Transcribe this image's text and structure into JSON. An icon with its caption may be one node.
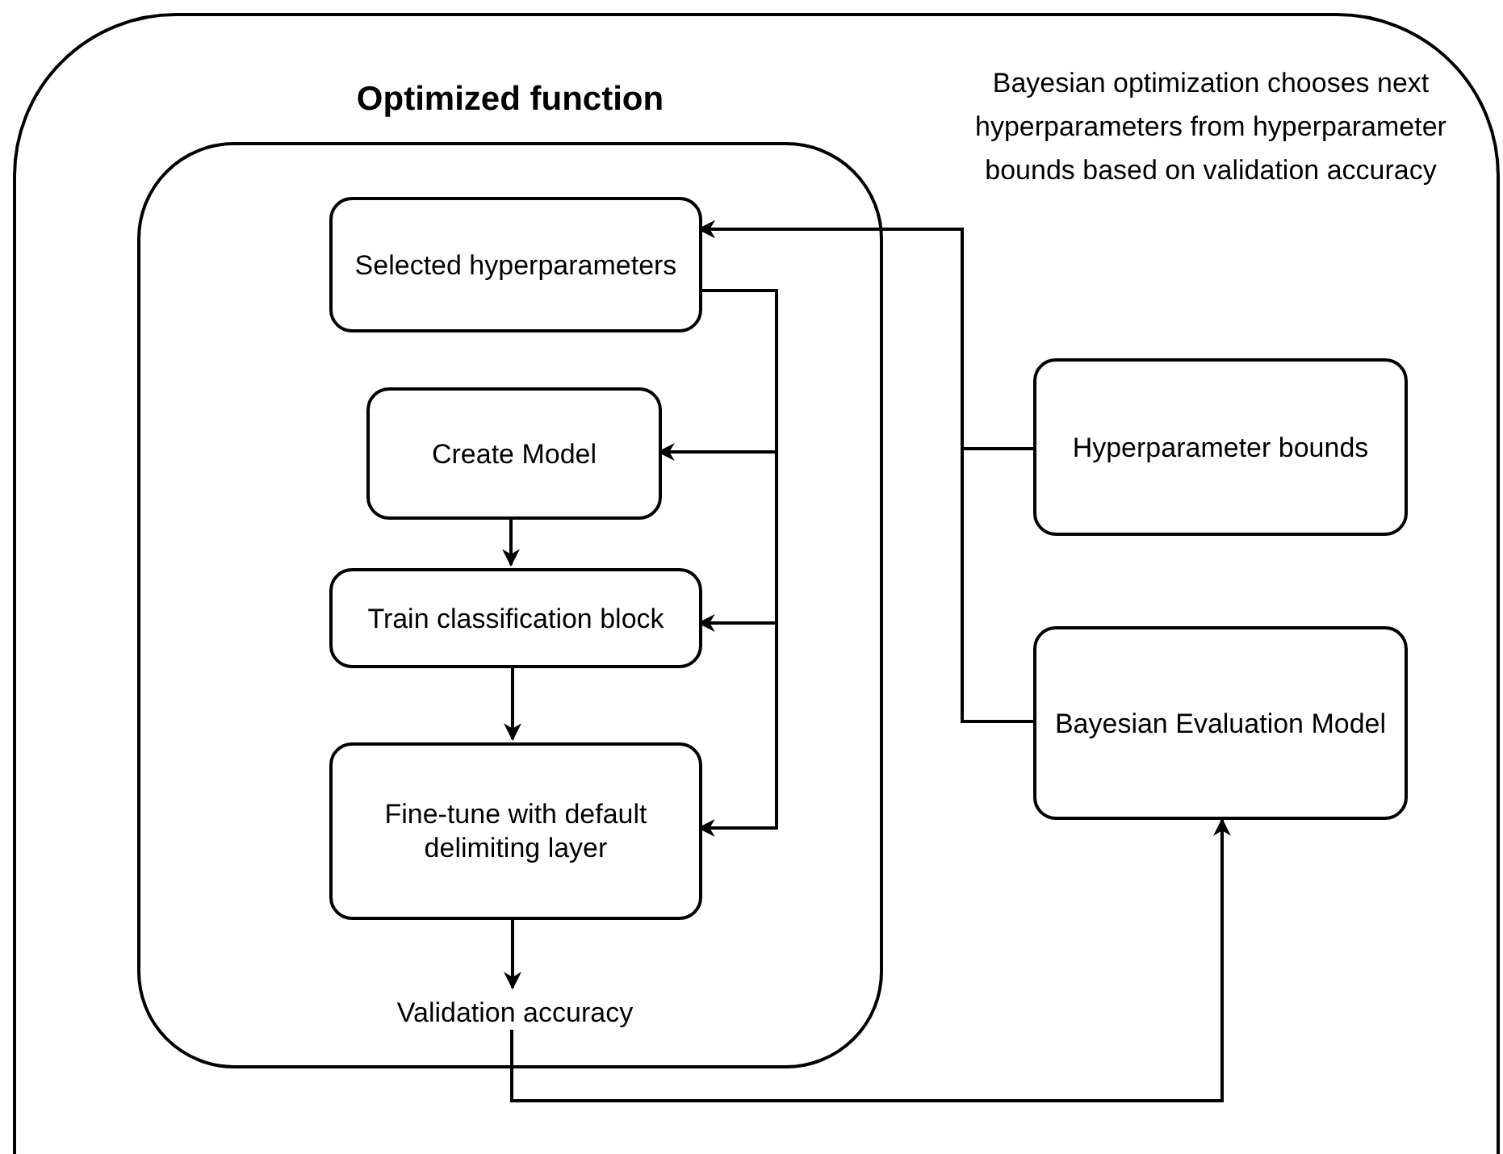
{
  "diagram": {
    "nodes": [
      {
        "text": [],
        "shape": "box"
      },
      {
        "text": [
          "Optimized function"
        ],
        "in": 0
      },
      {
        "text": [
          "Selected hyperparameters"
        ],
        "in": 1
      },
      {
        "text": [
          "Create Model"
        ],
        "in": 1
      },
      {
        "text": [
          "Train classification block"
        ],
        "in": 1
      },
      {
        "text": [
          "Fine-tune with default delimiting layer"
        ],
        "in": 1
      },
      {
        "text": [
          "Validation accuracy"
        ],
        "in": 1
      },
      {
        "text": [
          "Hyperparameter bounds"
        ],
        "in": 0
      },
      {
        "text": [
          "Bayesian Evaluation Model"
        ],
        "in": 0
      }
    ],
    "edges": [
      {
        "from": 2,
        "to": 3,
        "arrow": "to"
      },
      {
        "from": 2,
        "to": 4,
        "arrow": "to"
      },
      {
        "from": 2,
        "to": 5,
        "arrow": "to"
      },
      {
        "from": 3,
        "to": 4,
        "arrow": "to"
      },
      {
        "from": 4,
        "to": 5,
        "arrow": "to"
      },
      {
        "from": 5,
        "to": 6,
        "arrow": "to"
      },
      {
        "from": 6,
        "to": 8,
        "arrow": "to"
      },
      {
        "from": 8,
        "to": 2,
        "arrow": "to"
      },
      {
        "from": 7,
        "to": 2,
        "arrow": "to"
      }
    ],
    "labels": [
      "Bayesian optimization chooses next hyperparameters from hyperparameter bounds based on validation accuracy"
    ]
  }
}
